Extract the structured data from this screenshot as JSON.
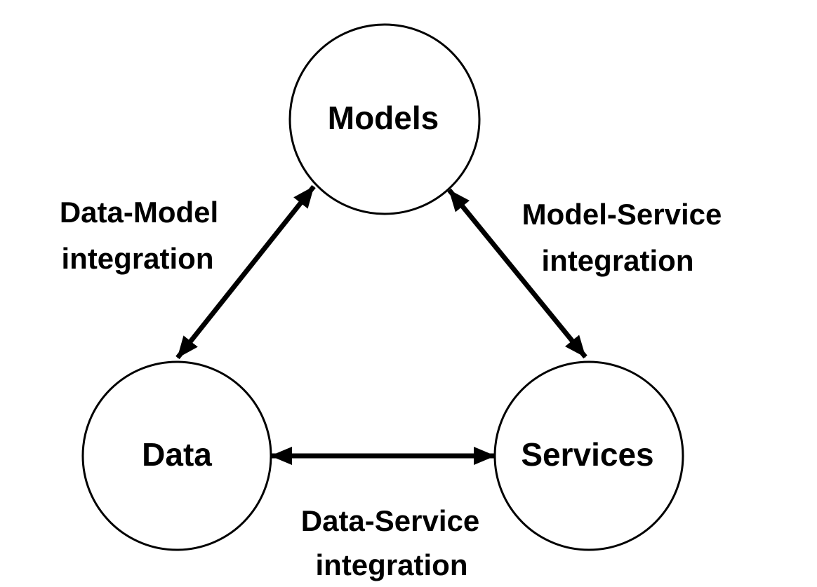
{
  "diagram": {
    "type": "triad-integration-diagram",
    "colors": {
      "background": "#ffffff",
      "stroke": "#000000",
      "text": "#000000"
    },
    "nodes": [
      {
        "id": "models",
        "label": "Models"
      },
      {
        "id": "data",
        "label": "Data"
      },
      {
        "id": "services",
        "label": "Services"
      }
    ],
    "edges": [
      {
        "id": "data-model",
        "from": "Data",
        "to": "Models",
        "bidirectional": true,
        "label_lines": [
          "Data-Model",
          "integration"
        ]
      },
      {
        "id": "model-service",
        "from": "Models",
        "to": "Services",
        "bidirectional": true,
        "label_lines": [
          "Model-Service",
          "integration"
        ]
      },
      {
        "id": "data-service",
        "from": "Data",
        "to": "Services",
        "bidirectional": true,
        "label_lines": [
          "Data-Service",
          "integration"
        ]
      }
    ]
  }
}
